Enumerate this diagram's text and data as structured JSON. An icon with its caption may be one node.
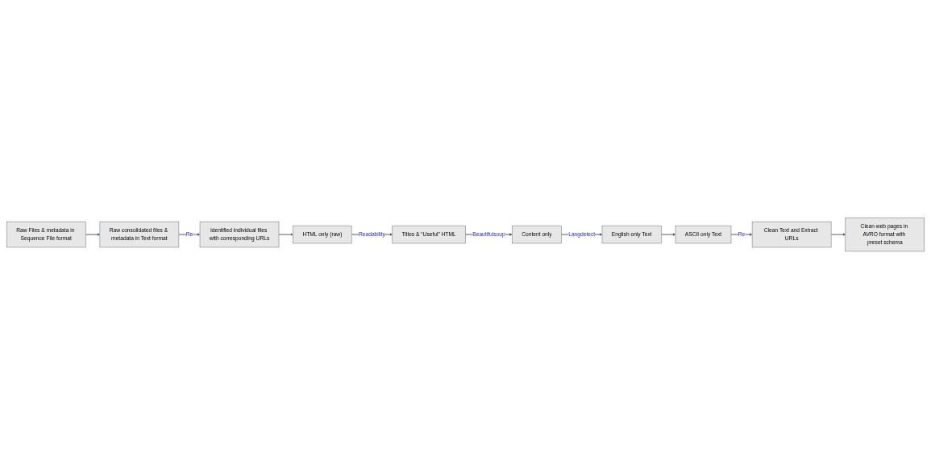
{
  "diagram": {
    "nodes": [
      {
        "text": [
          "Raw Files & metadata in Sequence File format"
        ]
      },
      {
        "text": [
          "Raw consolidated files & metadata in Text format"
        ]
      },
      {
        "text": [
          "Identified individual files with corresponding URLs"
        ]
      },
      {
        "text": [
          "HTML only (raw)"
        ]
      },
      {
        "text": [
          "Titles & “Useful” HTML"
        ]
      },
      {
        "text": [
          "Content only"
        ]
      },
      {
        "text": [
          "English only Text"
        ]
      },
      {
        "text": [
          "ASCII only Text"
        ]
      },
      {
        "text": [
          "Clean Text and Extract URLs"
        ]
      },
      {
        "text": [
          "Clean web pages in AVRO format with preset schema"
        ]
      }
    ],
    "edges": [
      {
        "from": 0,
        "to": 1,
        "arrow": "to"
      },
      {
        "from": 1,
        "to": 2,
        "arrow": "to",
        "label": "Re"
      },
      {
        "from": 2,
        "to": 3,
        "arrow": "to"
      },
      {
        "from": 3,
        "to": 4,
        "arrow": "to",
        "label": "Readability"
      },
      {
        "from": 4,
        "to": 5,
        "arrow": "to",
        "label": "Beautifulsoup"
      },
      {
        "from": 5,
        "to": 6,
        "arrow": "to",
        "label": "Langdetect"
      },
      {
        "from": 6,
        "to": 7,
        "arrow": "to"
      },
      {
        "from": 7,
        "to": 8,
        "arrow": "to",
        "label": "Re"
      },
      {
        "from": 8,
        "to": 9,
        "arrow": "to"
      }
    ]
  }
}
